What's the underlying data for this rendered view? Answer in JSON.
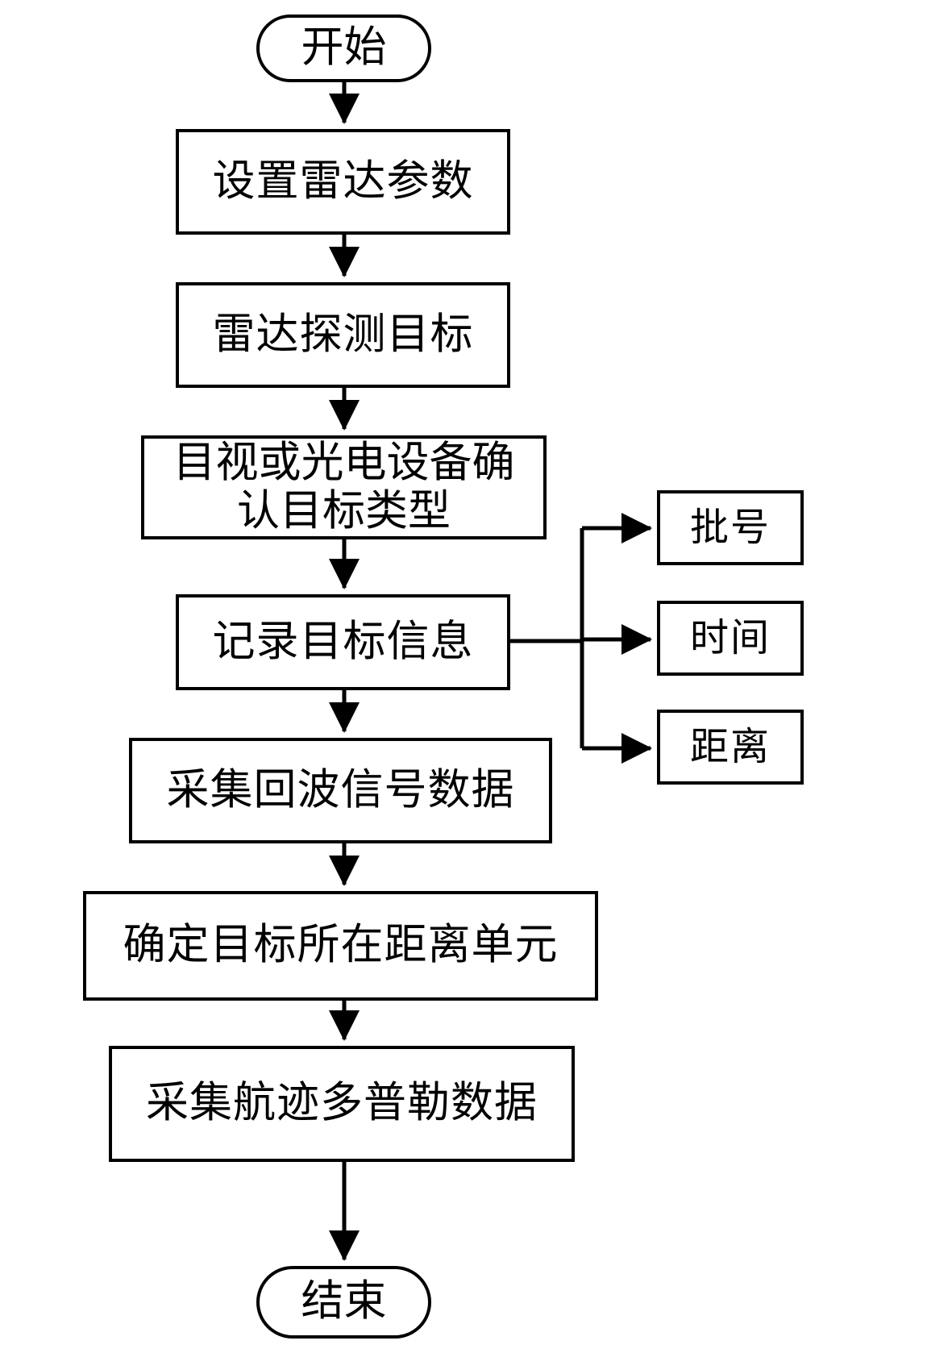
{
  "diagram": {
    "title": "雷达目标信息采集流程图",
    "language": "zh",
    "stroke_color": "#000000",
    "fill_color": "#ffffff",
    "nodes": {
      "start": {
        "label": "开始",
        "shape": "terminal"
      },
      "set_radar_params": {
        "label": "设置雷达参数",
        "shape": "process"
      },
      "radar_detect_target": {
        "label": "雷达探测目标",
        "shape": "process"
      },
      "confirm_target_type": {
        "label": "目视或光电设备确\n认目标类型",
        "shape": "process"
      },
      "record_target_info": {
        "label": "记录目标信息",
        "shape": "process"
      },
      "collect_echo_data": {
        "label": "采集回波信号数据",
        "shape": "process"
      },
      "determine_range_cell": {
        "label": "确定目标所在距离单元",
        "shape": "process"
      },
      "collect_track_doppler": {
        "label": "采集航迹多普勒数据",
        "shape": "process"
      },
      "end": {
        "label": "结束",
        "shape": "terminal"
      },
      "batch_number": {
        "label": "批号",
        "shape": "process"
      },
      "time": {
        "label": "时间",
        "shape": "process"
      },
      "range": {
        "label": "距离",
        "shape": "process"
      }
    },
    "edges": [
      {
        "from": "start",
        "to": "set_radar_params",
        "type": "arrow-down"
      },
      {
        "from": "set_radar_params",
        "to": "radar_detect_target",
        "type": "arrow-down"
      },
      {
        "from": "radar_detect_target",
        "to": "confirm_target_type",
        "type": "arrow-down"
      },
      {
        "from": "confirm_target_type",
        "to": "record_target_info",
        "type": "arrow-down"
      },
      {
        "from": "record_target_info",
        "to": "collect_echo_data",
        "type": "arrow-down"
      },
      {
        "from": "collect_echo_data",
        "to": "determine_range_cell",
        "type": "arrow-down"
      },
      {
        "from": "determine_range_cell",
        "to": "collect_track_doppler",
        "type": "arrow-down"
      },
      {
        "from": "collect_track_doppler",
        "to": "end",
        "type": "arrow-down"
      },
      {
        "from": "record_target_info",
        "to": "batch_number",
        "type": "branch-right"
      },
      {
        "from": "record_target_info",
        "to": "time",
        "type": "branch-right"
      },
      {
        "from": "record_target_info",
        "to": "range",
        "type": "branch-right"
      }
    ]
  }
}
